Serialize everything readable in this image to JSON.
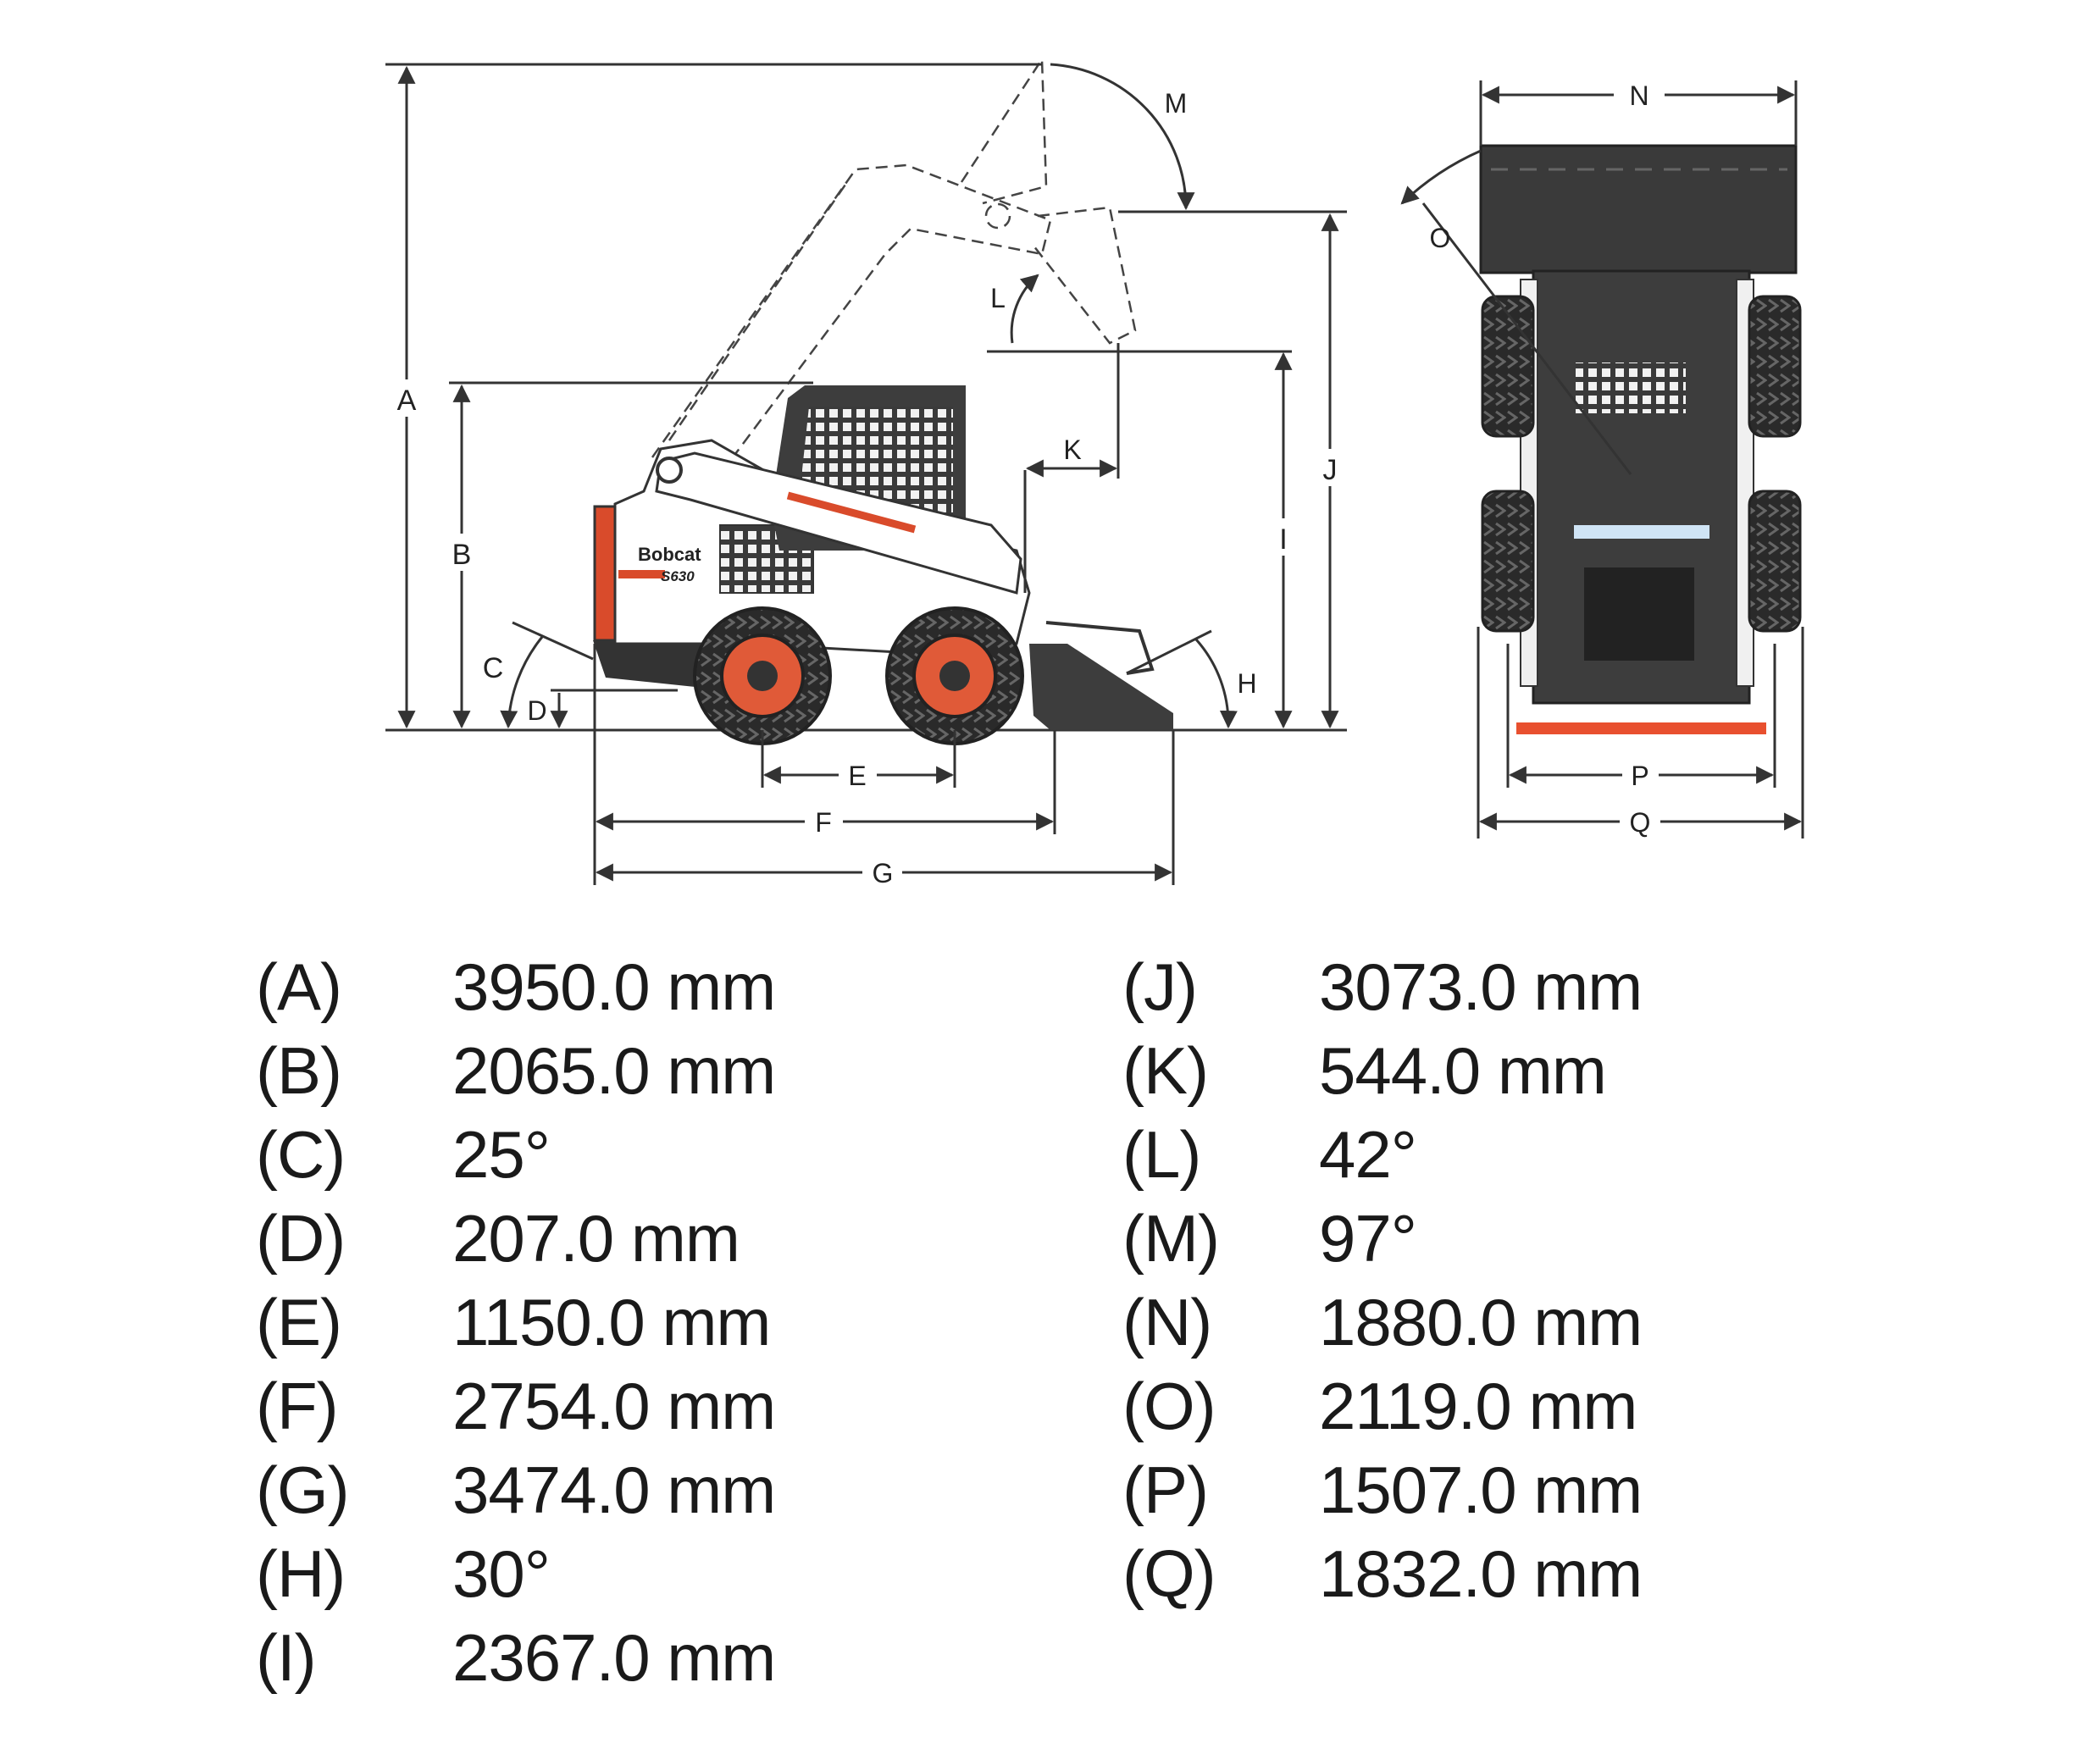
{
  "diagram": {
    "labels": {
      "A": "A",
      "B": "B",
      "C": "C",
      "D": "D",
      "E": "E",
      "F": "F",
      "G": "G",
      "H": "H",
      "I": "I",
      "J": "J",
      "K": "K",
      "L": "L",
      "M": "M",
      "N": "N",
      "O": "O",
      "P": "P",
      "Q": "Q"
    },
    "logo_text": "Bobcat",
    "model_text": "S630",
    "colors": {
      "body": "#ffffff",
      "accent": "#e8502f",
      "dark": "#3d3d3d",
      "wheel": "#e05a38"
    }
  },
  "specs": {
    "left": [
      {
        "letter": "(A)",
        "value": "3950.0 mm"
      },
      {
        "letter": "(B)",
        "value": "2065.0 mm"
      },
      {
        "letter": "(C)",
        "value": "25°"
      },
      {
        "letter": "(D)",
        "value": "207.0 mm"
      },
      {
        "letter": "(E)",
        "value": "1150.0 mm"
      },
      {
        "letter": "(F)",
        "value": "2754.0 mm"
      },
      {
        "letter": "(G)",
        "value": "3474.0 mm"
      },
      {
        "letter": "(H)",
        "value": "30°"
      },
      {
        "letter": "(I)",
        "value": "2367.0 mm"
      }
    ],
    "right": [
      {
        "letter": "(J)",
        "value": "3073.0 mm"
      },
      {
        "letter": "(K)",
        "value": "544.0 mm"
      },
      {
        "letter": "(L)",
        "value": "42°"
      },
      {
        "letter": "(M)",
        "value": "97°"
      },
      {
        "letter": "(N)",
        "value": "1880.0 mm"
      },
      {
        "letter": "(O)",
        "value": "2119.0 mm"
      },
      {
        "letter": "(P)",
        "value": "1507.0 mm"
      },
      {
        "letter": "(Q)",
        "value": "1832.0 mm"
      }
    ]
  }
}
